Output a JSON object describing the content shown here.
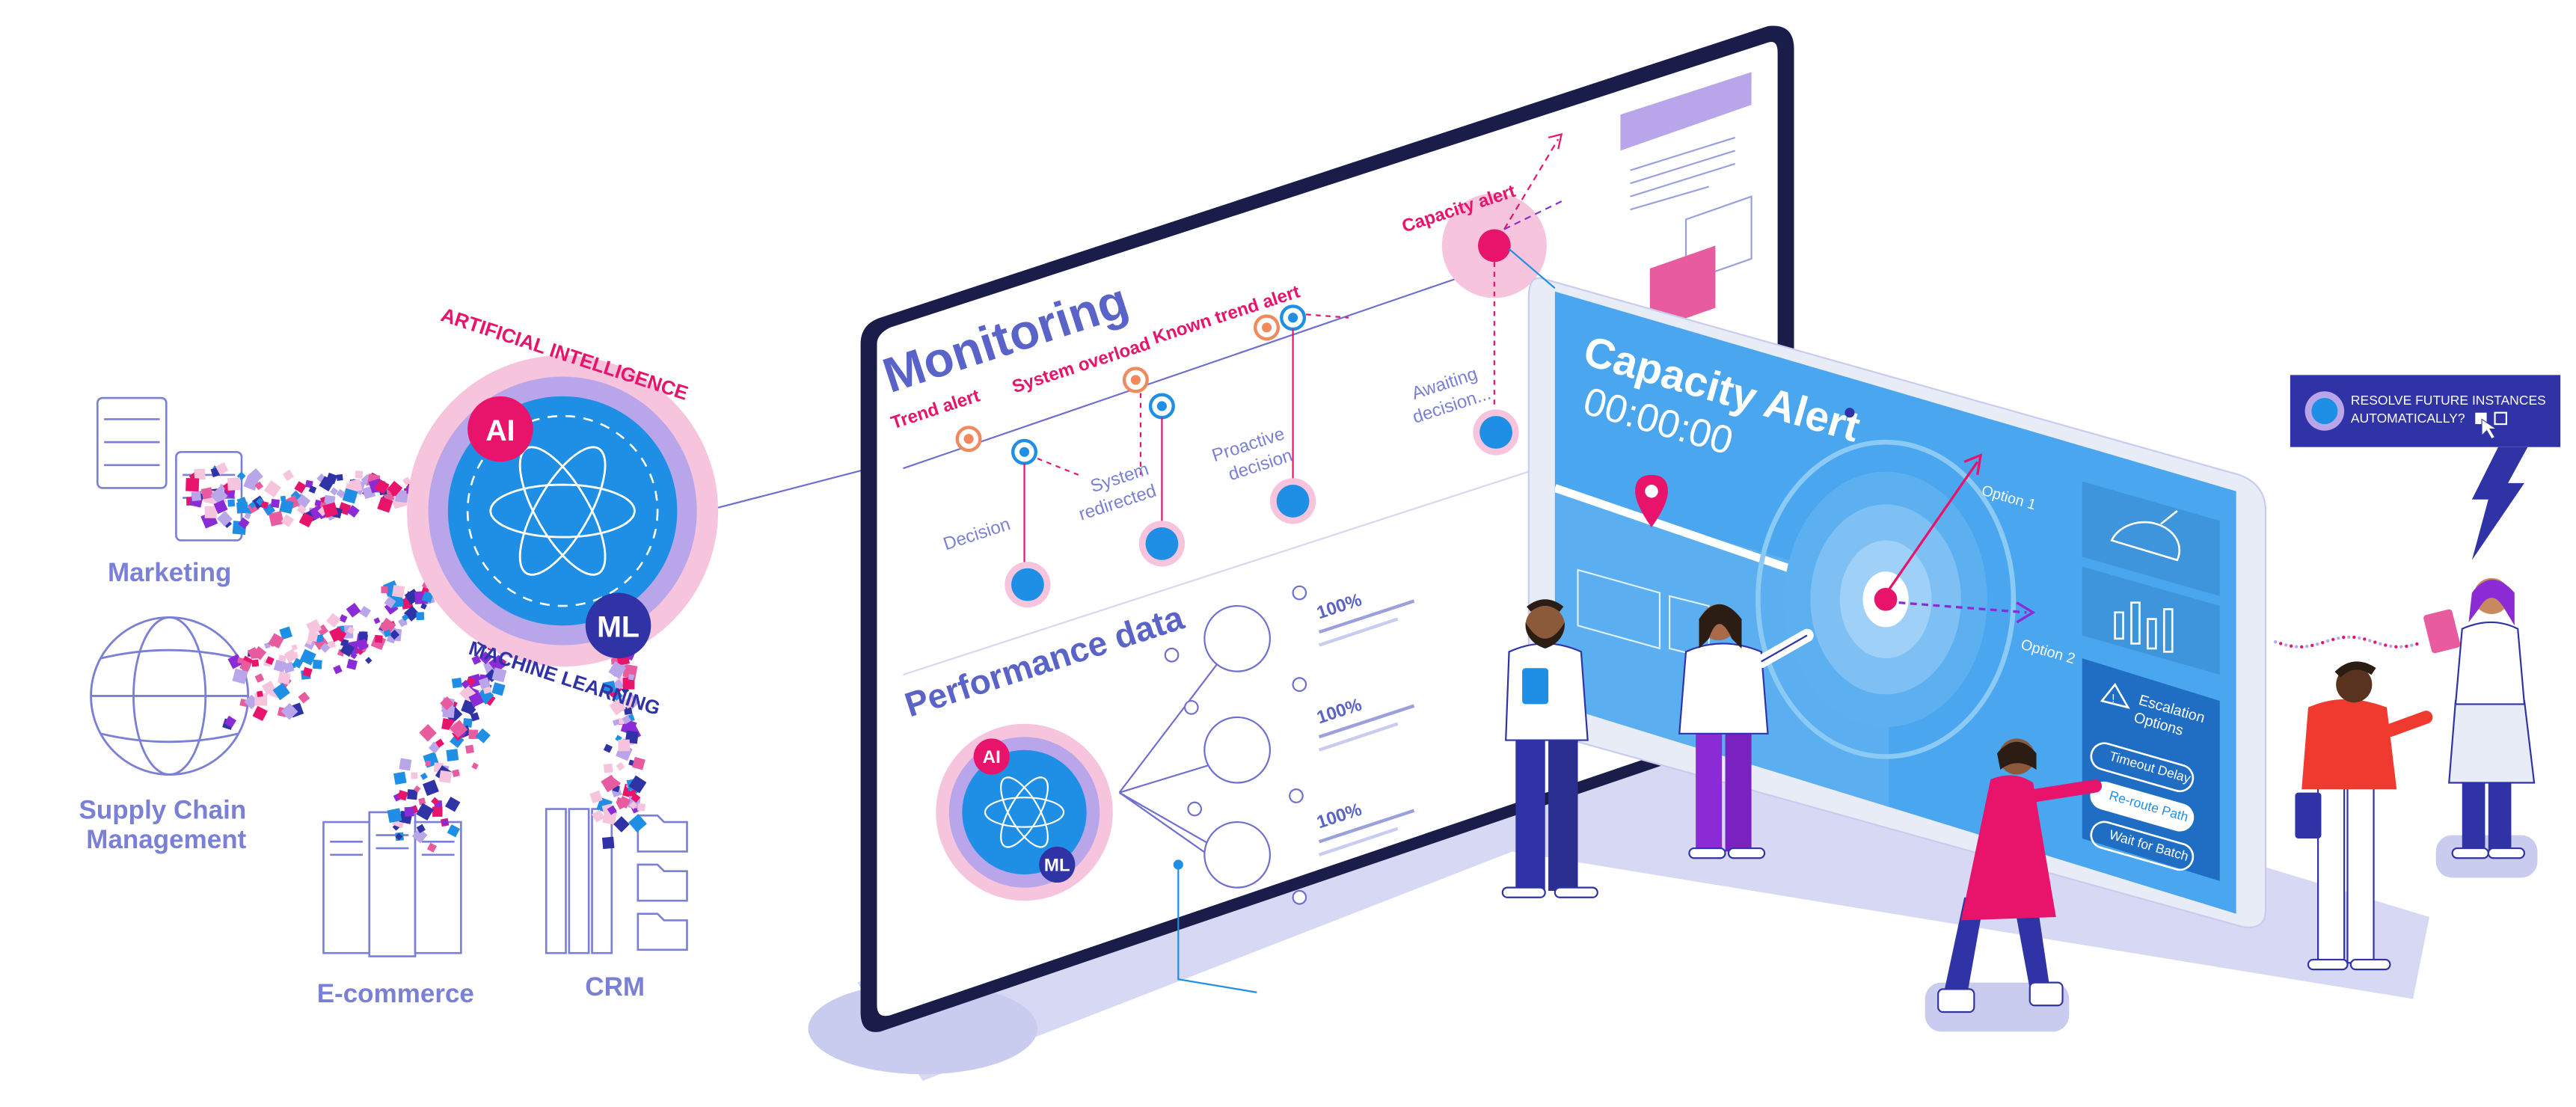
{
  "colors": {
    "blue": "#1f8fe6",
    "navy": "#2f33a6",
    "pink": "#e8136b",
    "lavender": "#b9a6ea",
    "lightpink": "#f6c5dd",
    "soft_purple": "#6f6fcf",
    "label_blue": "#7a80d6",
    "panel_blue": "#4aa6ee"
  },
  "sources": {
    "marketing": "Marketing",
    "supply_chain": "Supply Chain\nManagement",
    "ecommerce": "E-commerce",
    "crm": "CRM"
  },
  "hub": {
    "top_arc": "ARTIFICIAL INTELLIGENCE",
    "bottom_arc": "MACHINE LEARNING",
    "ai": "AI",
    "ml": "ML"
  },
  "monitoring": {
    "title": "Monitoring",
    "trend_alert": "Trend alert",
    "system_overload": "System overload",
    "known_trend_alert": "Known trend alert",
    "capacity_alert": "Capacity alert",
    "decision": "Decision",
    "system_redirected": "System\nredirected",
    "proactive_decision": "Proactive\ndecision",
    "awaiting_decision": "Awaiting\ndecision..."
  },
  "performance": {
    "title": "Performance data",
    "metric_1": "100%",
    "metric_2": "100%",
    "metric_3": "100%",
    "ai": "AI",
    "ml": "ML"
  },
  "capacity_panel": {
    "title": "Capacity Alert",
    "timer": "00:00:00",
    "option_1": "Option 1",
    "option_2": "Option 2",
    "escalation_title": "Escalation\nOptions",
    "buttons": [
      "Timeout Delay",
      "Re-route Path",
      "Wait for Batch"
    ]
  },
  "notification": {
    "text": "RESOLVE FUTURE INSTANCES\nAUTOMATICALLY?"
  }
}
